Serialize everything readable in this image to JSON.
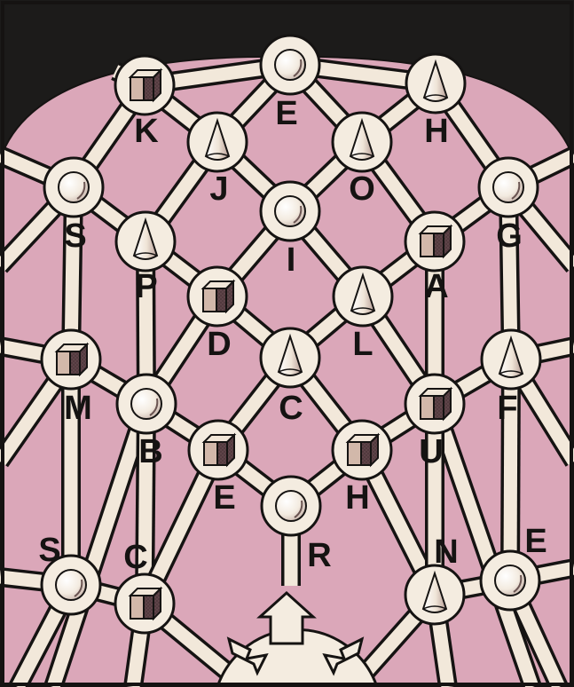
{
  "puzzle": {
    "nodes": [
      {
        "id": "n-k",
        "label": "K",
        "shape": "cube"
      },
      {
        "id": "n-e-top",
        "label": "E",
        "shape": "sphere"
      },
      {
        "id": "n-h-top",
        "label": "H",
        "shape": "cone"
      },
      {
        "id": "n-j",
        "label": "J",
        "shape": "cone"
      },
      {
        "id": "n-o",
        "label": "O",
        "shape": "cone"
      },
      {
        "id": "n-s-top",
        "label": "S",
        "shape": "sphere"
      },
      {
        "id": "n-i",
        "label": "I",
        "shape": "sphere"
      },
      {
        "id": "n-g",
        "label": "G",
        "shape": "sphere"
      },
      {
        "id": "n-p",
        "label": "P",
        "shape": "cone"
      },
      {
        "id": "n-a",
        "label": "A",
        "shape": "cube"
      },
      {
        "id": "n-d",
        "label": "D",
        "shape": "cube"
      },
      {
        "id": "n-l",
        "label": "L",
        "shape": "cone"
      },
      {
        "id": "n-m",
        "label": "M",
        "shape": "cube"
      },
      {
        "id": "n-c-mid",
        "label": "C",
        "shape": "cone"
      },
      {
        "id": "n-f",
        "label": "F",
        "shape": "cone"
      },
      {
        "id": "n-b",
        "label": "B",
        "shape": "sphere"
      },
      {
        "id": "n-u",
        "label": "U",
        "shape": "cube"
      },
      {
        "id": "n-e-mid",
        "label": "E",
        "shape": "cube"
      },
      {
        "id": "n-h-mid",
        "label": "H",
        "shape": "cube"
      },
      {
        "id": "n-r",
        "label": "R",
        "shape": "sphere"
      },
      {
        "id": "n-s-bot",
        "label": "S",
        "shape": "sphere"
      },
      {
        "id": "n-c-bot",
        "label": "C",
        "shape": "cube"
      },
      {
        "id": "n-n",
        "label": "N",
        "shape": "cone"
      },
      {
        "id": "n-e-bot",
        "label": "E",
        "shape": "sphere"
      }
    ],
    "edges": [
      [
        "n-k",
        "n-e-top"
      ],
      [
        "n-e-top",
        "n-h-top"
      ],
      [
        "n-k",
        "n-j"
      ],
      [
        "n-e-top",
        "n-j"
      ],
      [
        "n-e-top",
        "n-o"
      ],
      [
        "n-h-top",
        "n-o"
      ],
      [
        "n-k",
        "n-s-top"
      ],
      [
        "n-h-top",
        "n-g"
      ],
      [
        "n-s-top",
        "n-p"
      ],
      [
        "n-j",
        "n-p"
      ],
      [
        "n-j",
        "n-i"
      ],
      [
        "n-o",
        "n-i"
      ],
      [
        "n-o",
        "n-a"
      ],
      [
        "n-g",
        "n-a"
      ],
      [
        "n-p",
        "n-d"
      ],
      [
        "n-i",
        "n-d"
      ],
      [
        "n-i",
        "n-l"
      ],
      [
        "n-a",
        "n-l"
      ],
      [
        "n-s-top",
        "n-m"
      ],
      [
        "n-g",
        "n-f"
      ],
      [
        "n-p",
        "n-b"
      ],
      [
        "n-m",
        "n-b"
      ],
      [
        "n-d",
        "n-c-mid"
      ],
      [
        "n-l",
        "n-c-mid"
      ],
      [
        "n-a",
        "n-u"
      ],
      [
        "n-f",
        "n-u"
      ],
      [
        "n-b",
        "n-e-mid"
      ],
      [
        "n-c-mid",
        "n-e-mid"
      ],
      [
        "n-c-mid",
        "n-h-mid"
      ],
      [
        "n-u",
        "n-h-mid"
      ],
      [
        "n-d",
        "n-b"
      ],
      [
        "n-l",
        "n-u"
      ],
      [
        "n-e-mid",
        "n-r"
      ],
      [
        "n-h-mid",
        "n-r"
      ],
      [
        "n-m",
        "n-s-bot"
      ],
      [
        "n-b",
        "n-c-bot"
      ],
      [
        "n-s-bot",
        "n-c-bot"
      ],
      [
        "n-e-mid",
        "n-c-bot"
      ],
      [
        "n-h-mid",
        "n-n"
      ],
      [
        "n-u",
        "n-n"
      ],
      [
        "n-n",
        "n-e-bot"
      ],
      [
        "n-f",
        "n-e-bot"
      ]
    ]
  },
  "colors": {
    "background": "#1c1b1a",
    "field": "#dba7b9",
    "field_shadow": "#c98fa3",
    "strut_fill": "#f2e8da",
    "strut_outline": "#151312",
    "node_fill": "#f4ece0",
    "cube_side": "#4a3337",
    "cube_top": "#f1e6d8",
    "cube_front": "#d2b8aa",
    "ink": "#151312"
  },
  "icons": {
    "cube": "shaded-cube-icon",
    "sphere": "shaded-sphere-icon",
    "cone": "shaded-cone-icon",
    "start_arrow_up": "up-arrow-icon",
    "start_arrow_left": "left-down-arrow-icon",
    "start_arrow_right": "right-down-arrow-icon"
  }
}
